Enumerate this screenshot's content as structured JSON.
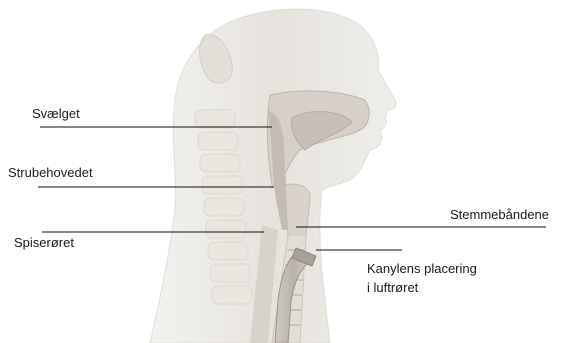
{
  "labels": {
    "pharynx": "Svælget",
    "larynx": "Strubehovedet",
    "esophagus": "Spiserøret",
    "vocal_cords": "Stemmebåndene",
    "cannula_line1": "Kanylens placering",
    "cannula_line2": "i luftrøret"
  },
  "colors": {
    "skin": "#ecebe6",
    "skin_shadow": "#d9d6cf",
    "tissue": "#cfc8c0",
    "tissue_dark": "#b7afa6",
    "line": "#111111"
  }
}
